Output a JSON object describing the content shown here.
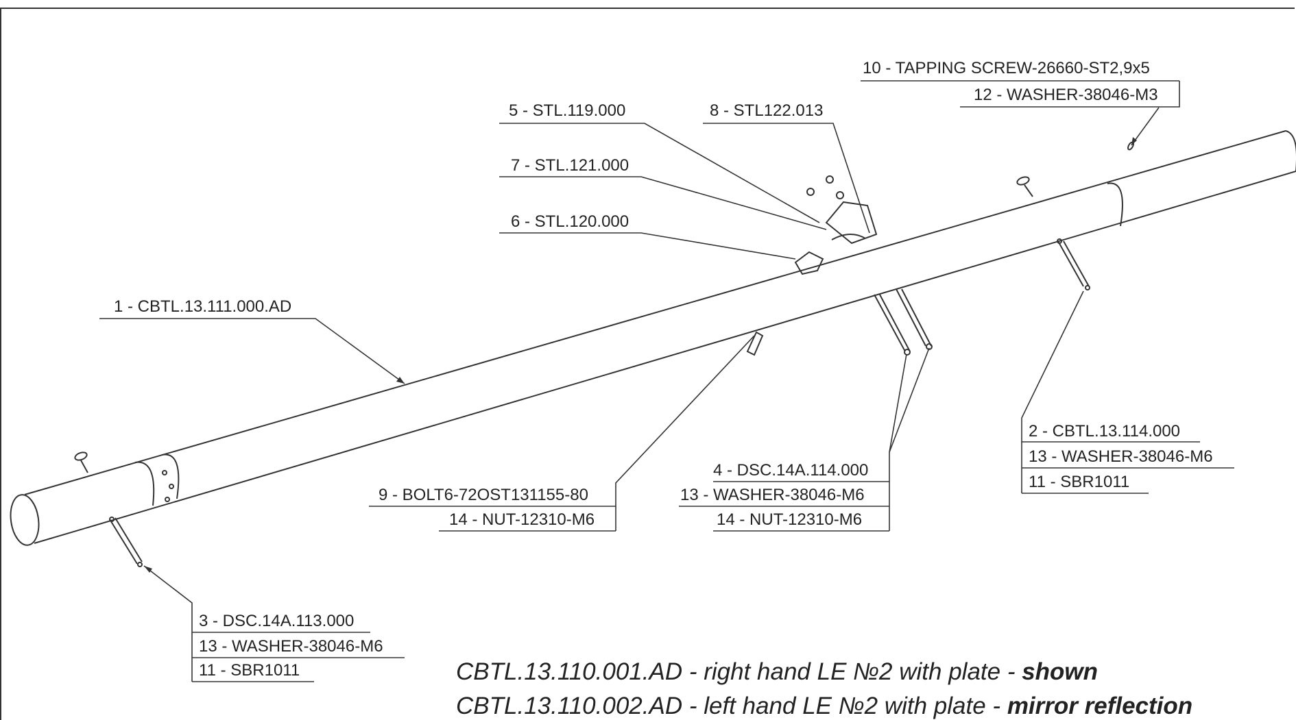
{
  "labels": {
    "l1": "1 - CBTL.13.111.000.AD",
    "l2": "2 - CBTL.13.114.000",
    "l2b": "13 - WASHER-38046-M6",
    "l2c": "11 - SBR1011",
    "l3": "3 - DSC.14A.113.000",
    "l3b": "13 - WASHER-38046-M6",
    "l3c": "11 - SBR1011",
    "l4": "4 - DSC.14A.114.000",
    "l4b": "13 - WASHER-38046-M6",
    "l4c": "14  - NUT-12310-M6",
    "l5": "5 - STL.119.000",
    "l6": "6 - STL.120.000",
    "l7": "7 - STL.121.000",
    "l8": "8 - STL122.013",
    "l9": "9 - BOLT6-72OST131155-80",
    "l9b": "14 - NUT-12310-M6",
    "l10": "10 - TAPPING SCREW-26660-ST2,9x5",
    "l12": "12 - WASHER-38046-M3"
  },
  "caption": {
    "line1_main": "CBTL.13.110.001.AD - right hand LE №2 with plate - ",
    "line1_bold": "shown",
    "line2_main": "CBTL.13.110.002.AD - left hand LE №2 with plate - ",
    "line2_bold": "mirror reflection"
  }
}
